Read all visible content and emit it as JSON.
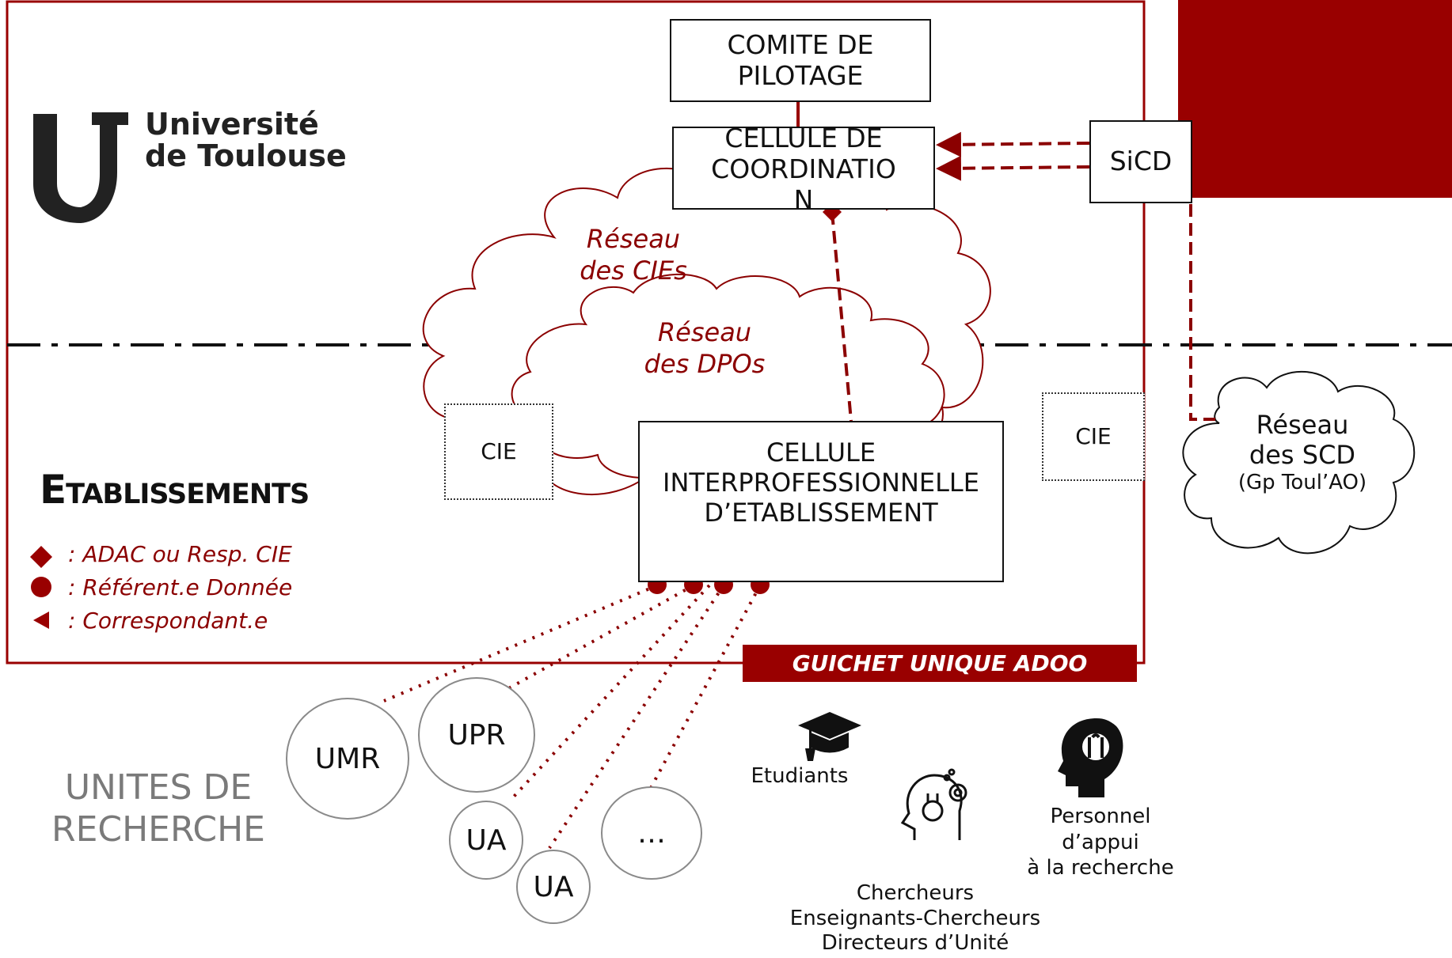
{
  "logo": {
    "line1": "Université",
    "line2": "de Toulouse"
  },
  "section_title": "Etablissements",
  "legend": [
    {
      "symbol": "diamond",
      "text": ": ADAC ou Resp. CIE"
    },
    {
      "symbol": "circle",
      "text": ": Référent.e Donnée"
    },
    {
      "symbol": "triangle-left",
      "text": ": Correspondant.e"
    }
  ],
  "boxes": {
    "comite": [
      "COMITE DE",
      "PILOTAGE"
    ],
    "cellule_coord": [
      "CELLULE DE",
      "COORDINATIO",
      "N"
    ],
    "sicd": "SiCD",
    "cie_left": "CIE",
    "cie_right": "CIE",
    "cellule_inter": [
      "CELLULE",
      "INTERPROFESSIONNELLE",
      "D’ETABLISSEMENT"
    ]
  },
  "clouds": {
    "cies": [
      "Réseau",
      "des CIEs"
    ],
    "dpos": [
      "Réseau",
      "des DPOs"
    ],
    "scd": [
      "Réseau",
      "des SCD",
      "(Gp Toul’AO)"
    ]
  },
  "guichet": "GUICHET UNIQUE ADOO",
  "unites_label": [
    "UNITES DE",
    "RECHERCHE"
  ],
  "units": [
    "UMR",
    "UPR",
    "UA",
    "UA",
    "…"
  ],
  "audiences": {
    "etudiants": "Etudiants",
    "personnel": [
      "Personnel",
      "d’appui",
      "à la recherche"
    ],
    "chercheurs": [
      "Chercheurs",
      "Enseignants-Chercheurs",
      "Directeurs d’Unité"
    ]
  },
  "colors": {
    "accent": "#990000",
    "dark_red": "#8b0000",
    "text": "#111111",
    "unit_border": "#8a8a8a"
  },
  "icons": [
    "graduation-cap-icon",
    "head-tools-icon",
    "head-science-icon"
  ]
}
